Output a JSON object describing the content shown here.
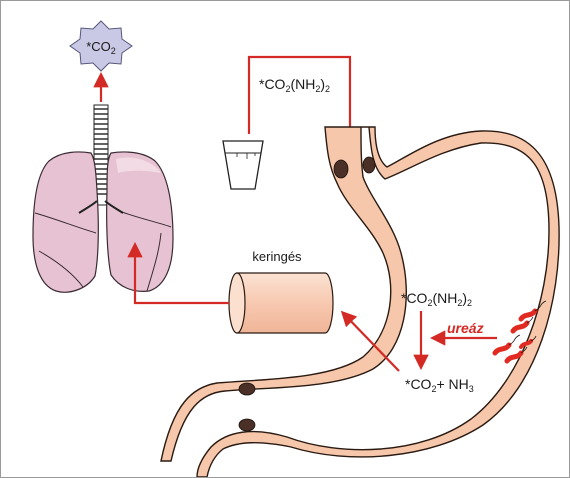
{
  "labels": {
    "co2_exhaled": {
      "prefix": "*CO",
      "sub": "2"
    },
    "urea_drink": {
      "a": "*CO",
      "s1": "2",
      "b": "(NH",
      "s2": "2",
      "c": ")",
      "s3": "2"
    },
    "circulation": "keringés",
    "urea_stomach": {
      "a": "*CO",
      "s1": "2",
      "b": "(NH",
      "s2": "2",
      "c": ")",
      "s3": "2"
    },
    "products": {
      "a": "*CO",
      "s1": "2",
      "b": "+ NH",
      "s2": "3"
    },
    "enzyme": "ureáz"
  },
  "colors": {
    "arrow": "#d42a25",
    "enzyme_text": "#d42a25",
    "lung_fill": "#e6c2d2",
    "lung_stroke": "#3a2a33",
    "co2_badge_fill": "#c9c9e6",
    "tissue_fill": "#f6c7aa",
    "tissue_stroke": "#2a1a12",
    "bacteria": "#e02a22"
  }
}
